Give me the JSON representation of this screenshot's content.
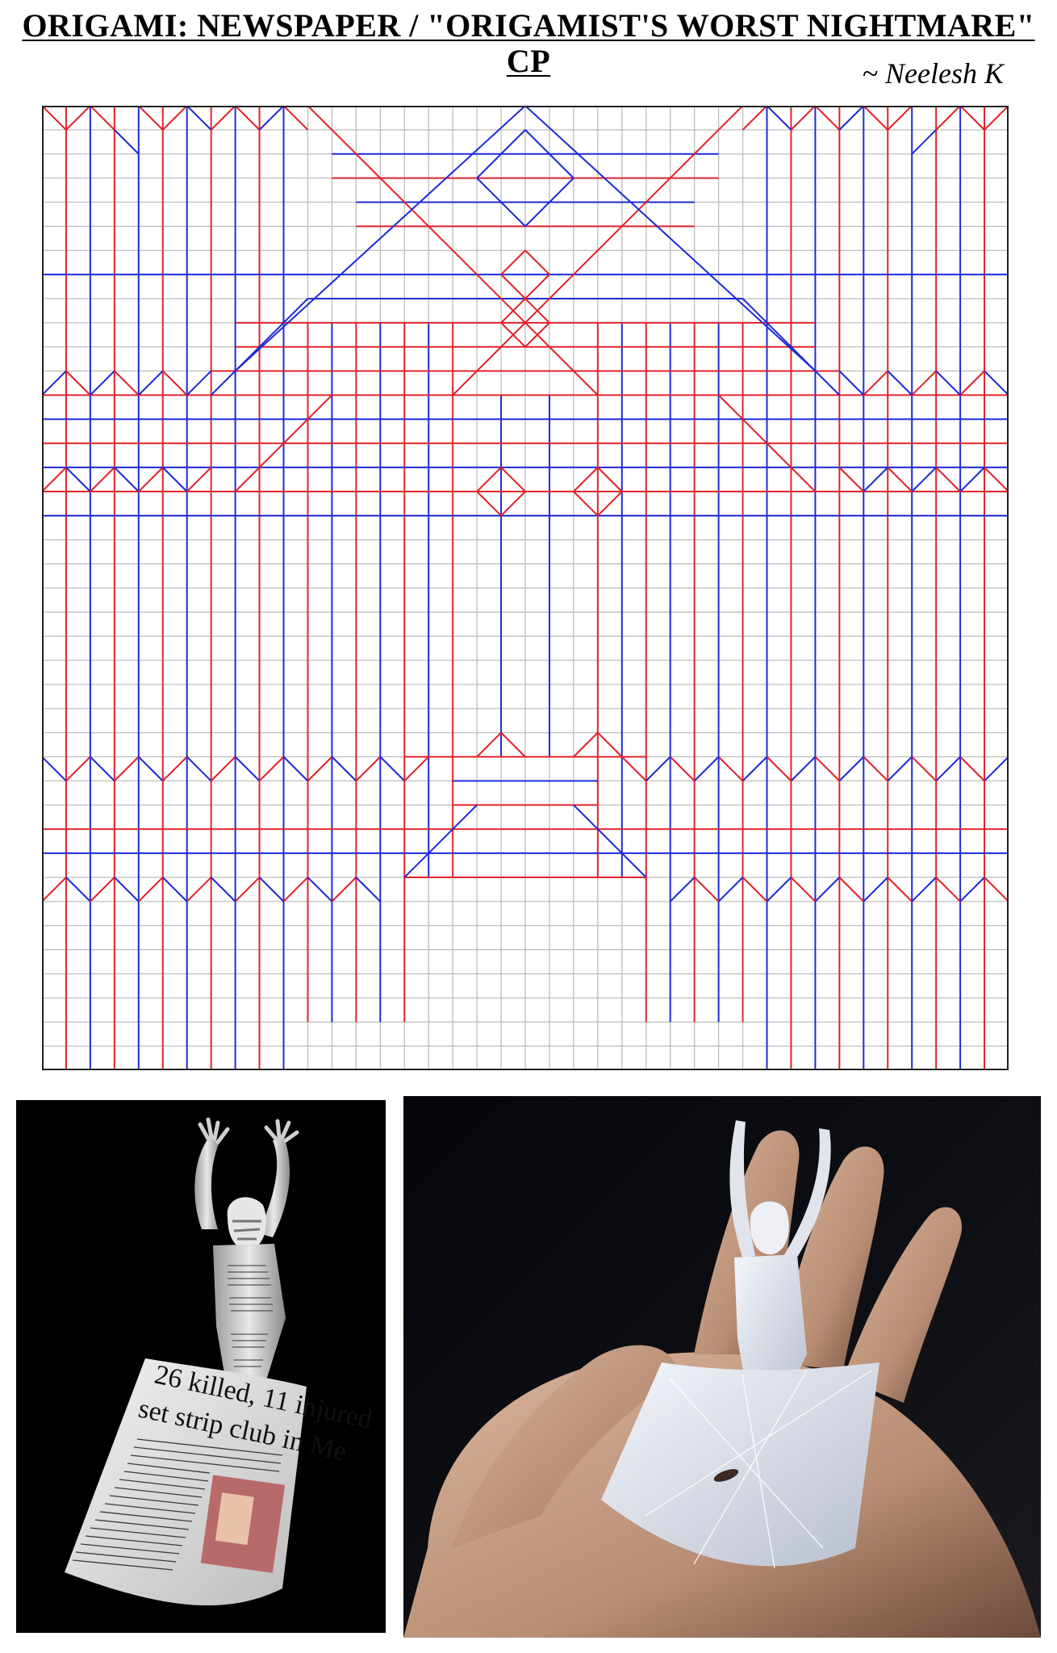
{
  "header": {
    "title_line1": "ORIGAMI: NEWSPAPER / \"ORIGAMIST'S WORST NIGHTMARE\"",
    "title_line2": "CP",
    "author": "~ Neelesh K"
  },
  "crease_pattern": {
    "grid_divisions": 40,
    "colors": {
      "mountain": "#e0232b",
      "valley": "#1f2bd6",
      "grid": "#bdbdbd",
      "border": "#222222"
    }
  },
  "photos": {
    "left": {
      "newspaper_text": [
        "26 killed, 11 injured",
        "set strip club in Me"
      ]
    },
    "right": {}
  }
}
